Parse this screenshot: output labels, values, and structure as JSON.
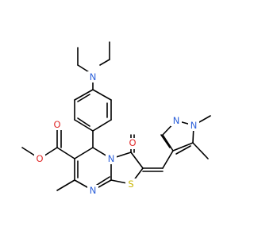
{
  "atoms": {
    "amine_n": {
      "text": "N",
      "color": "#2b5fd9"
    },
    "ester_o_double": {
      "text": "O",
      "color": "#e02a2a"
    },
    "ester_o_single": {
      "text": "O",
      "color": "#e02a2a"
    },
    "ring_n_fused": {
      "text": "N",
      "color": "#2b5fd9"
    },
    "ketone_o": {
      "text": "O",
      "color": "#e02a2a"
    },
    "ring_n_imine": {
      "text": "N",
      "color": "#2b5fd9"
    },
    "thiazole_s": {
      "text": "S",
      "color": "#c8b400"
    },
    "pyrazole_n1": {
      "text": "N",
      "color": "#2b5fd9"
    },
    "pyrazole_n2": {
      "text": "N",
      "color": "#2b5fd9"
    }
  },
  "colors": {
    "bond": "#000000",
    "background": "#ffffff"
  }
}
